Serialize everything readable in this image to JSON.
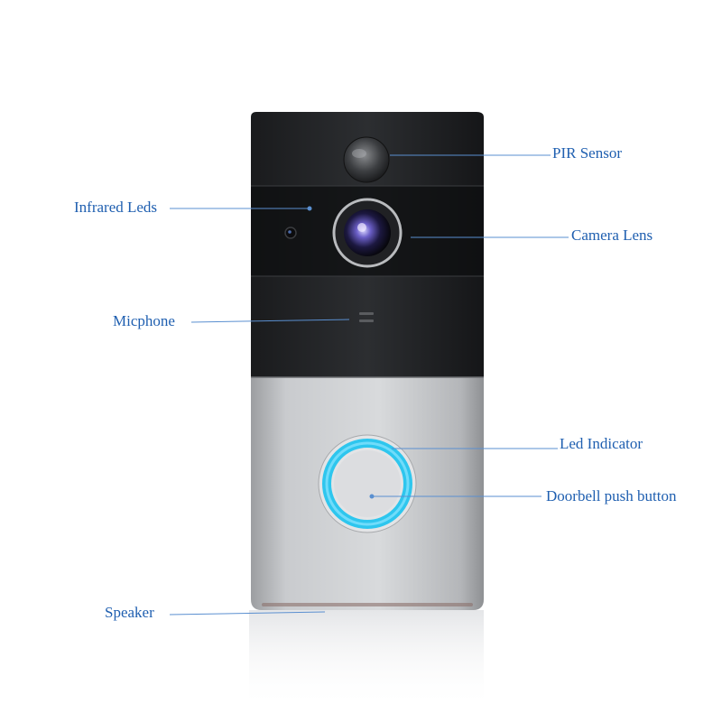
{
  "colors": {
    "callout_text": "#1f5fb0",
    "callout_line": "#5a8fd0",
    "led_ring": "#2ec6ee",
    "device_black": "#232527",
    "device_silver": "#c4c6c9"
  },
  "callouts": {
    "pir_sensor": "PIR Sensor",
    "infrared_leds": "Infrared Leds",
    "camera_lens": "Camera Lens",
    "microphone": "Micphone",
    "led_indicator": "Led Indicator",
    "doorbell_button": "Doorbell push button",
    "speaker": "Speaker"
  }
}
